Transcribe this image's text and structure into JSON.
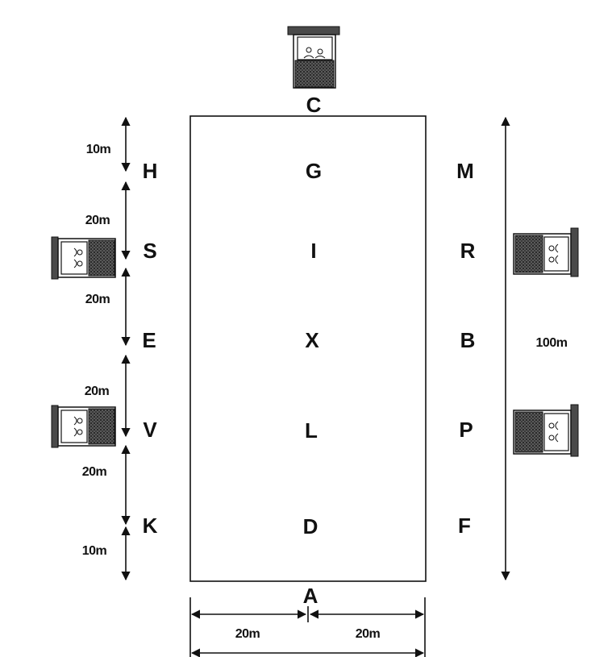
{
  "arena": {
    "markers": {
      "top": "C",
      "bottom": "A",
      "left": [
        "H",
        "S",
        "E",
        "V",
        "K"
      ],
      "center": [
        "G",
        "I",
        "X",
        "L",
        "D"
      ],
      "right": [
        "M",
        "R",
        "B",
        "P",
        "F"
      ]
    },
    "dimensions": {
      "left_segments": [
        "10m",
        "20m",
        "20m",
        "20m",
        "20m",
        "10m"
      ],
      "total_length": "100m",
      "half_widths": [
        "20m",
        "20m"
      ]
    }
  },
  "judge_boxes": [
    {
      "position": "top"
    },
    {
      "position": "left-S"
    },
    {
      "position": "left-V"
    },
    {
      "position": "right-R"
    },
    {
      "position": "right-P"
    }
  ]
}
